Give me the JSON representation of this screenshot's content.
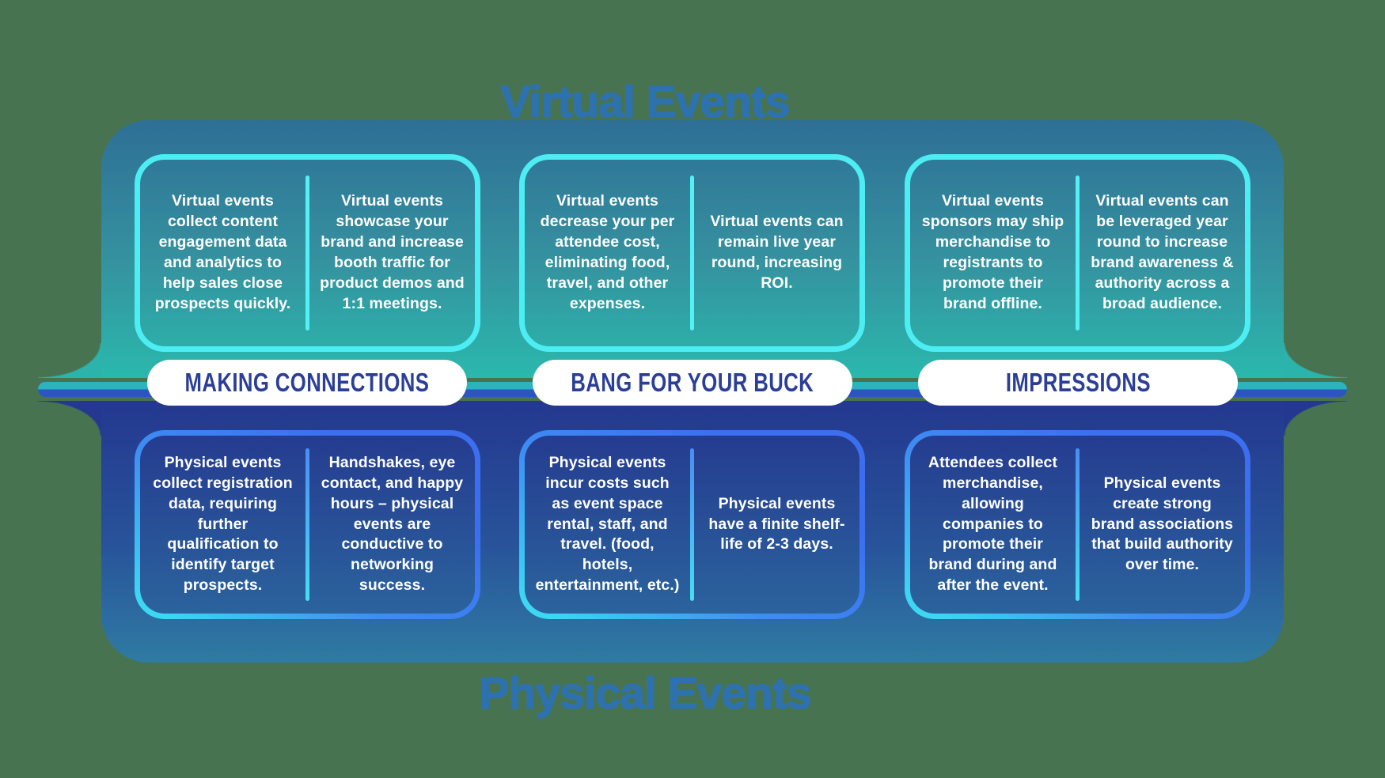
{
  "background_color": "#487350",
  "titles": {
    "top": "Virtual Events",
    "bottom": "Physical Events",
    "color": "#2d72ae"
  },
  "categories": [
    "MAKING CONNECTIONS",
    "BANG FOR YOUR BUCK",
    "IMPRESSIONS"
  ],
  "virtual_section": {
    "accent_color": "#4deef3",
    "background_top_color": "#2e6f96",
    "background_bottom_color": "#2ab8ad",
    "boxes": [
      {
        "category": "MAKING CONNECTIONS",
        "left": "Virtual events collect content engagement data and analytics to help sales close prospects quickly.",
        "right": "Virtual events showcase your brand and increase booth traffic for product demos and 1:1 meetings."
      },
      {
        "category": "BANG FOR YOUR BUCK",
        "left": "Virtual events decrease your per attendee cost, eliminating food, travel, and other expenses.",
        "right": "Virtual events can remain live year round, increasing ROI."
      },
      {
        "category": "IMPRESSIONS",
        "left": "Virtual events sponsors may ship merchandise to registrants to promote their brand offline.",
        "right": "Virtual events can be leveraged year round to increase brand awareness & authority across a broad audience."
      }
    ]
  },
  "physical_section": {
    "accent_color": "#3b6ff0",
    "background_top_color": "#24388f",
    "background_bottom_color": "#2f7ba3",
    "boxes": [
      {
        "category": "MAKING CONNECTIONS",
        "left": "Physical events collect registration data, requiring further qualification to identify target prospects.",
        "right": "Handshakes, eye contact, and happy hours – physical events are conductive to networking success."
      },
      {
        "category": "BANG FOR YOUR BUCK",
        "left": "Physical events incur costs such as event space rental, staff, and travel. (food, hotels, entertainment, etc.)",
        "right": "Physical events have a finite shelf-life of 2-3 days."
      },
      {
        "category": "IMPRESSIONS",
        "left": "Attendees collect merchandise, allowing companies to promote their brand during and after the event.",
        "right": "Physical events create strong brand associations that build authority over time."
      }
    ]
  },
  "ribbon_colors": {
    "top": "#2cb4bc",
    "bottom": "#2c55c2"
  },
  "pill": {
    "background": "#ffffff",
    "text_color": "#2b3f98"
  }
}
